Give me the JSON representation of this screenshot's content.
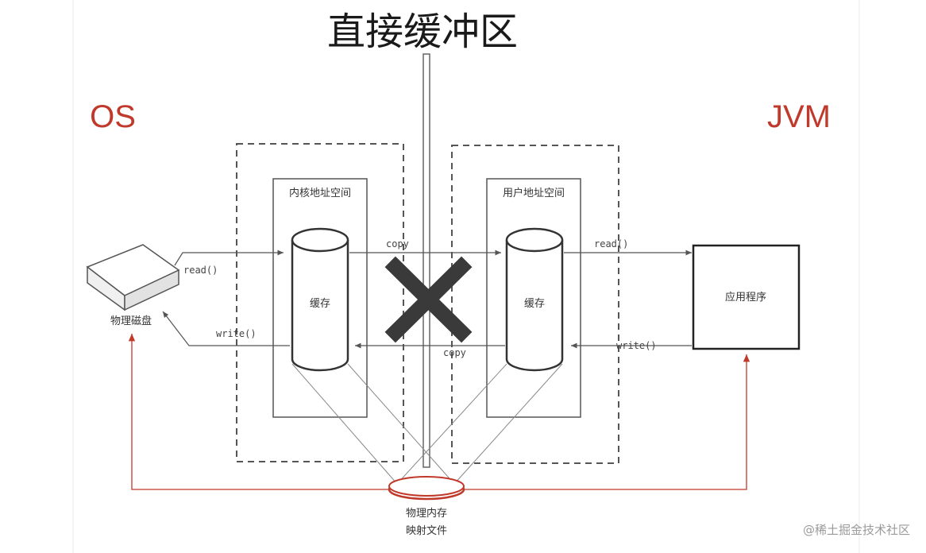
{
  "title": "直接缓冲区",
  "os_label": "OS",
  "jvm_label": "JVM",
  "kernel_space_label": "内核地址空间",
  "user_space_label": "用户地址空间",
  "kernel_cache_label": "缓存",
  "user_cache_label": "缓存",
  "disk_label": "物理磁盘",
  "app_label": "应用程序",
  "mmap_label_line1": "物理内存",
  "mmap_label_line2": "映射文件",
  "arrows": {
    "disk_read": "read()",
    "disk_write": "write()",
    "copy_top": "copy",
    "copy_bottom": "copy",
    "app_read": "read()",
    "app_write": "write()"
  },
  "watermark": "@稀土掘金技术社区",
  "colors": {
    "side_labels": "#c0392b",
    "mmap_path": "#c0392b",
    "cross": "#3a3a3a",
    "lines": "#555555"
  }
}
